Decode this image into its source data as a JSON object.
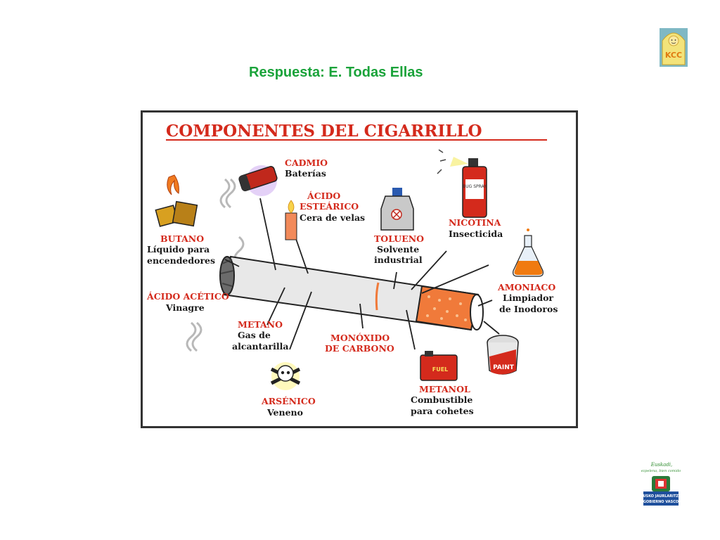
{
  "answer": "Respuesta: E. Todas Ellas",
  "logos": {
    "top_right": "KCC",
    "bottom_right_tagline_1": "Euskadi,",
    "bottom_right_tagline_2": "ezpelena, bien comido",
    "bottom_right_name_1": "EUSKO JAURLARITZA",
    "bottom_right_name_2": "GOBIERNO VASCO"
  },
  "figure": {
    "title": "COMPONENTES DEL CIGARRILLO",
    "components": [
      {
        "name": "CADMIO",
        "desc1": "Baterías",
        "desc2": ""
      },
      {
        "name": "ÁCIDO",
        "name2": "ESTEÁRICO",
        "desc1": "Cera de velas",
        "desc2": ""
      },
      {
        "name": "TOLUENO",
        "desc1": "Solvente",
        "desc2": "industrial"
      },
      {
        "name": "NICOTINA",
        "desc1": "Insecticida",
        "desc2": ""
      },
      {
        "name": "BUTANO",
        "desc1": "Líquido para",
        "desc2": "encendedores"
      },
      {
        "name": "AMONIACO",
        "desc1": "Limpiador",
        "desc2": "de Inodoros"
      },
      {
        "name": "ÁCIDO ACÉTICO",
        "desc1": "Vinagre",
        "desc2": ""
      },
      {
        "name": "METANO",
        "desc1": "Gas      de",
        "desc2": "alcantarilla"
      },
      {
        "name": "MONÓXIDO",
        "name2": "DE CARBONO",
        "desc1": "",
        "desc2": ""
      },
      {
        "name": "ARSÉNICO",
        "desc1": "Veneno",
        "desc2": ""
      },
      {
        "name": "METANOL",
        "desc1": "Combustible",
        "desc2": "para cohetes"
      }
    ],
    "icon_texts": {
      "bug_spray": "BUG SPRAY",
      "fuel": "FUEL",
      "paint": "PAINT"
    }
  }
}
